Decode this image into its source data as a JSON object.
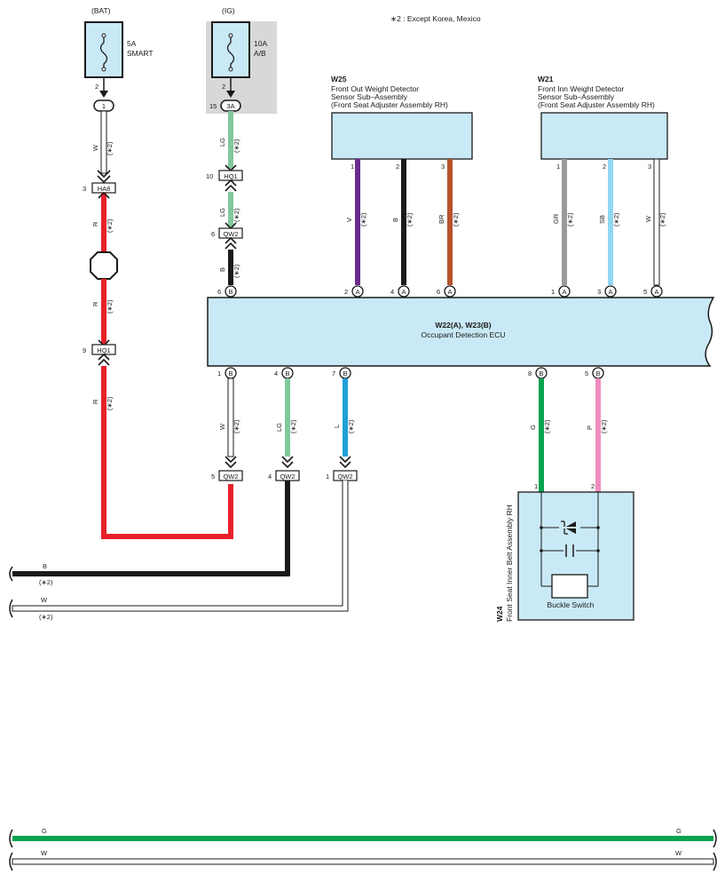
{
  "note": "∗2 : Except Korea,  Mexico",
  "bat_fuse": {
    "source": "(BAT)",
    "rating": "5A",
    "name": "SMART",
    "pin": "2",
    "conn_pin": "1"
  },
  "ig_fuse": {
    "source": "(IG)",
    "rating": "10A",
    "name": "A/B",
    "pin": "2",
    "conn_pin_num": "15",
    "conn_id": "3A"
  },
  "w25": {
    "id": "W25",
    "line1": "Front Out Weight Detector",
    "line2": "Sensor Sub–Assembly",
    "line3": "(Front Seat Adjuster Assembly RH)"
  },
  "w21": {
    "id": "W21",
    "line1": "Front Inn Weight Detector",
    "line2": "Sensor Sub–Assembly",
    "line3": "(Front Seat Adjuster Assembly RH)"
  },
  "ecu": {
    "id": "W22(A), W23(B)",
    "name": "Occupant Detection ECU"
  },
  "w24": {
    "id": "W24",
    "name": "Front Seat Inner Belt Assembly RH",
    "switch": "Buckle Switch",
    "pin1": "1",
    "pin2": "2"
  },
  "connectors": {
    "ha8": {
      "pin": "3",
      "id": "HA8"
    },
    "hq1_left": {
      "pin": "9",
      "id": "HQ1"
    },
    "hq1_top": {
      "pin": "10",
      "id": "HQ1"
    },
    "qw2_top": {
      "pin": "6",
      "id": "QW2"
    },
    "qw2_a": {
      "pin": "5",
      "id": "QW2"
    },
    "qw2_b": {
      "pin": "4",
      "id": "QW2"
    },
    "qw2_c": {
      "pin": "1",
      "id": "QW2"
    }
  },
  "ecu_pins": {
    "top_b6": {
      "num": "6",
      "letter": "B"
    },
    "top_a2": {
      "num": "2",
      "letter": "A"
    },
    "top_a4": {
      "num": "4",
      "letter": "A"
    },
    "top_a6": {
      "num": "6",
      "letter": "A"
    },
    "top_a1": {
      "num": "1",
      "letter": "A"
    },
    "top_a3": {
      "num": "3",
      "letter": "A"
    },
    "top_a5": {
      "num": "5",
      "letter": "A"
    },
    "bot_b1": {
      "num": "1",
      "letter": "B"
    },
    "bot_b4": {
      "num": "4",
      "letter": "B"
    },
    "bot_b7": {
      "num": "7",
      "letter": "B"
    },
    "bot_b8": {
      "num": "8",
      "letter": "B"
    },
    "bot_b5": {
      "num": "5",
      "letter": "B"
    }
  },
  "sensor_pins": {
    "w25_1": "1",
    "w25_2": "2",
    "w25_3": "3",
    "w21_1": "1",
    "w21_2": "2",
    "w21_3": "3"
  },
  "wire_labels": {
    "bat_w": "W",
    "ha8_r1": "R",
    "ha8_r2": "R",
    "hq1_r": "R",
    "ig_lg1": "LG",
    "ig_lg2": "LG",
    "ig_b": "B",
    "w25_v": "V",
    "w25_b": "B",
    "w25_br": "BR",
    "w21_gr": "GR",
    "w21_sb": "SB",
    "w21_w": "W",
    "bot_w": "W",
    "bot_lg": "LG",
    "bot_l": "L",
    "bot_g": "G",
    "bot_p": "P",
    "bus_b": "B",
    "bus_w": "W",
    "bottom_g_left": "G",
    "bottom_g_right": "G",
    "bottom_w_left": "W",
    "bottom_w_right": "W"
  },
  "star_note": "(∗2)",
  "colors": {
    "red": "#e8202a",
    "black": "#1a1a1a",
    "light_green": "#7fc99b",
    "violet": "#6a2a8e",
    "brown": "#b5532c",
    "gray": "#9a9a9a",
    "sky": "#8fd6f2",
    "blue": "#1ea0d8",
    "green": "#09a24f",
    "pink": "#ef8cbf",
    "box_fill": "#c9e9f6",
    "fuse_bg": "#d8d8d8"
  }
}
